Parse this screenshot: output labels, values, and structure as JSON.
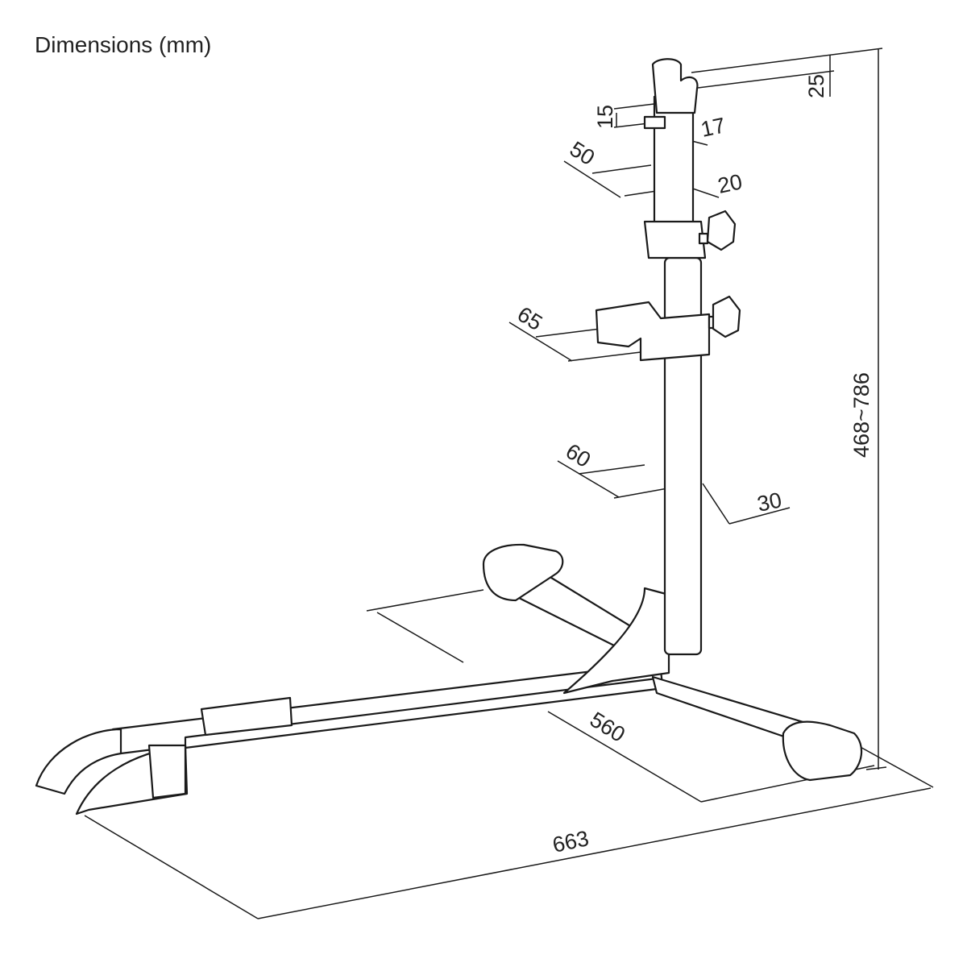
{
  "title": "Dimensions (mm)",
  "dimensions": {
    "top_cap_height": "25",
    "hook_height": "15",
    "hook_width": "17",
    "upper_tube_width": "50",
    "upper_tube_depth": "20",
    "clamp_width": "65",
    "main_tube_width": "60",
    "main_tube_depth": "30",
    "height_range": "468~786",
    "base_depth": "560",
    "base_length": "663"
  }
}
